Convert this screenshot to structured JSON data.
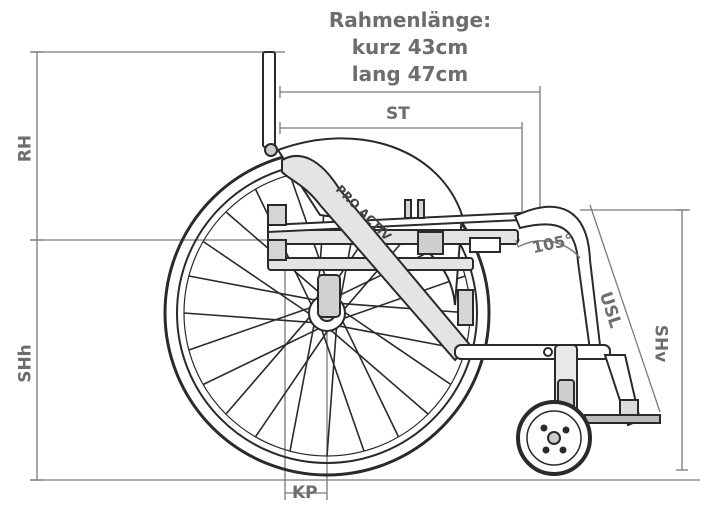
{
  "title": {
    "line1": "Rahmenlänge:",
    "line2": "kurz 43cm",
    "line3": "lang 47cm"
  },
  "labels": {
    "st": "ST",
    "rh": "RH",
    "shh": "SHh",
    "shv": "SHv",
    "usl": "USL",
    "kp": "KP",
    "angle": "105°"
  },
  "frame_decal": "PRO ACTIV",
  "colors": {
    "line": "#2a2a2a",
    "dim": "#7a7a7a",
    "text": "#6d6d6d",
    "frame_fill": "#e4e4e4"
  }
}
